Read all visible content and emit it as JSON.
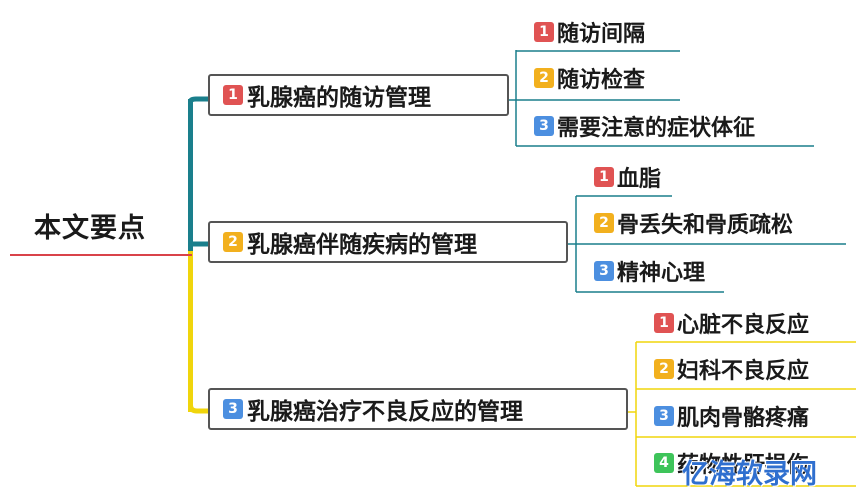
{
  "root": {
    "title": "本文要点"
  },
  "branches": [
    {
      "badge": "1",
      "label": "乳腺癌的随访管理",
      "children": [
        {
          "badge": "1",
          "label": "随访间隔"
        },
        {
          "badge": "2",
          "label": "随访检查"
        },
        {
          "badge": "3",
          "label": "需要注意的症状体征"
        }
      ]
    },
    {
      "badge": "2",
      "label": "乳腺癌伴随疾病的管理",
      "children": [
        {
          "badge": "1",
          "label": "血脂"
        },
        {
          "badge": "2",
          "label": "骨丢失和骨质疏松"
        },
        {
          "badge": "3",
          "label": "精神心理"
        }
      ]
    },
    {
      "badge": "3",
      "label": "乳腺癌治疗不良反应的管理",
      "children": [
        {
          "badge": "1",
          "label": "心脏不良反应"
        },
        {
          "badge": "2",
          "label": "妇科不良反应"
        },
        {
          "badge": "3",
          "label": "肌肉骨骼疼痛"
        },
        {
          "badge": "4",
          "label": "药物性肝损伤"
        }
      ]
    }
  ],
  "watermark": "亿海软录网",
  "colors": {
    "root_line": "#d9434a",
    "spine_upper": "#1a7f8c",
    "spine_lower": "#f0d50c",
    "leaf_underline": "#1a7f8c",
    "badge_1": "#e05353",
    "badge_2": "#f2b01e",
    "badge_3": "#4c8fe0",
    "badge_4": "#3ec45a"
  }
}
